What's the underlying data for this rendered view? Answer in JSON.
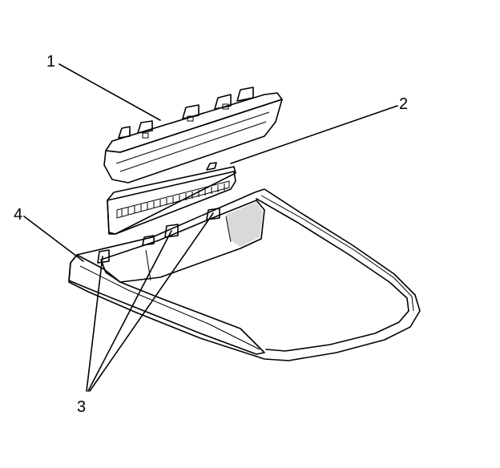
{
  "callouts": {
    "c1": "1",
    "c2": "2",
    "c3": "3",
    "c4": "4"
  },
  "parts": [
    {
      "callout": "1",
      "depiction": "lens-housing"
    },
    {
      "callout": "2",
      "depiction": "lamp-circuit-board"
    },
    {
      "callout": "3",
      "depiction": "retaining-tabs"
    },
    {
      "callout": "4",
      "depiction": "mounting-panel"
    }
  ],
  "colors": {
    "line": "#000000",
    "shade": "#d9d9d9",
    "dark_shade": "#a8a8a8",
    "background": "#ffffff"
  }
}
